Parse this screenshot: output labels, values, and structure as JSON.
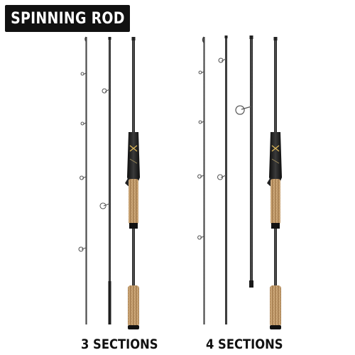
{
  "title": "SPINNING ROD",
  "captions": {
    "left": "3 SECTIONS",
    "right": "4 SECTIONS"
  },
  "colors": {
    "banner": "#111111",
    "blank": "#2b2b2b",
    "cork": "#c9a170"
  }
}
